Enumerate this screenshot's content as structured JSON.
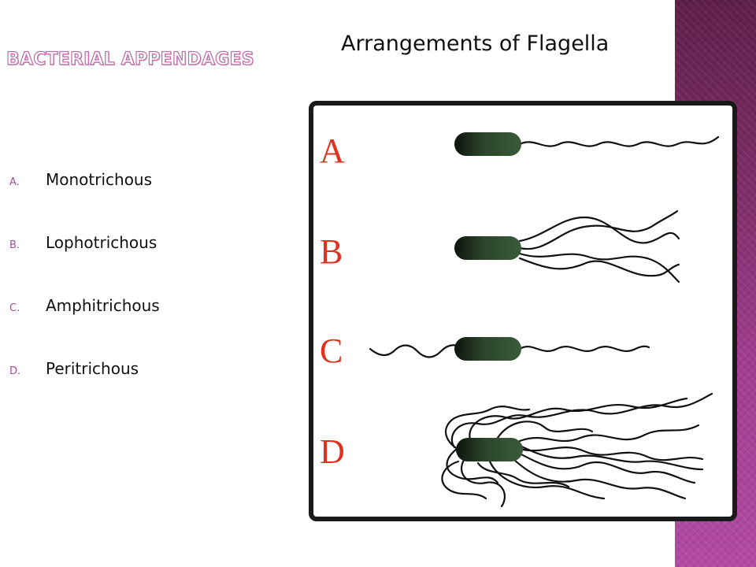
{
  "slide": {
    "section_title": "Bacterial Appendages",
    "heading": "Arrangements of Flagella",
    "list": [
      {
        "marker": "A.",
        "text": "Monotrichous"
      },
      {
        "marker": "B.",
        "text": "Lophotrichous"
      },
      {
        "marker": "C.",
        "text": "Amphitrichous"
      },
      {
        "marker": "D.",
        "text": "Peritrichous"
      }
    ]
  },
  "figure": {
    "panel_labels": [
      "A",
      "B",
      "C",
      "D"
    ],
    "label_color": "#e2321f",
    "cell_color": "#3a5a3a"
  },
  "theme": {
    "accent": "#a84a95",
    "band_colors": [
      "#5e1f4a",
      "#b24aa3"
    ]
  }
}
